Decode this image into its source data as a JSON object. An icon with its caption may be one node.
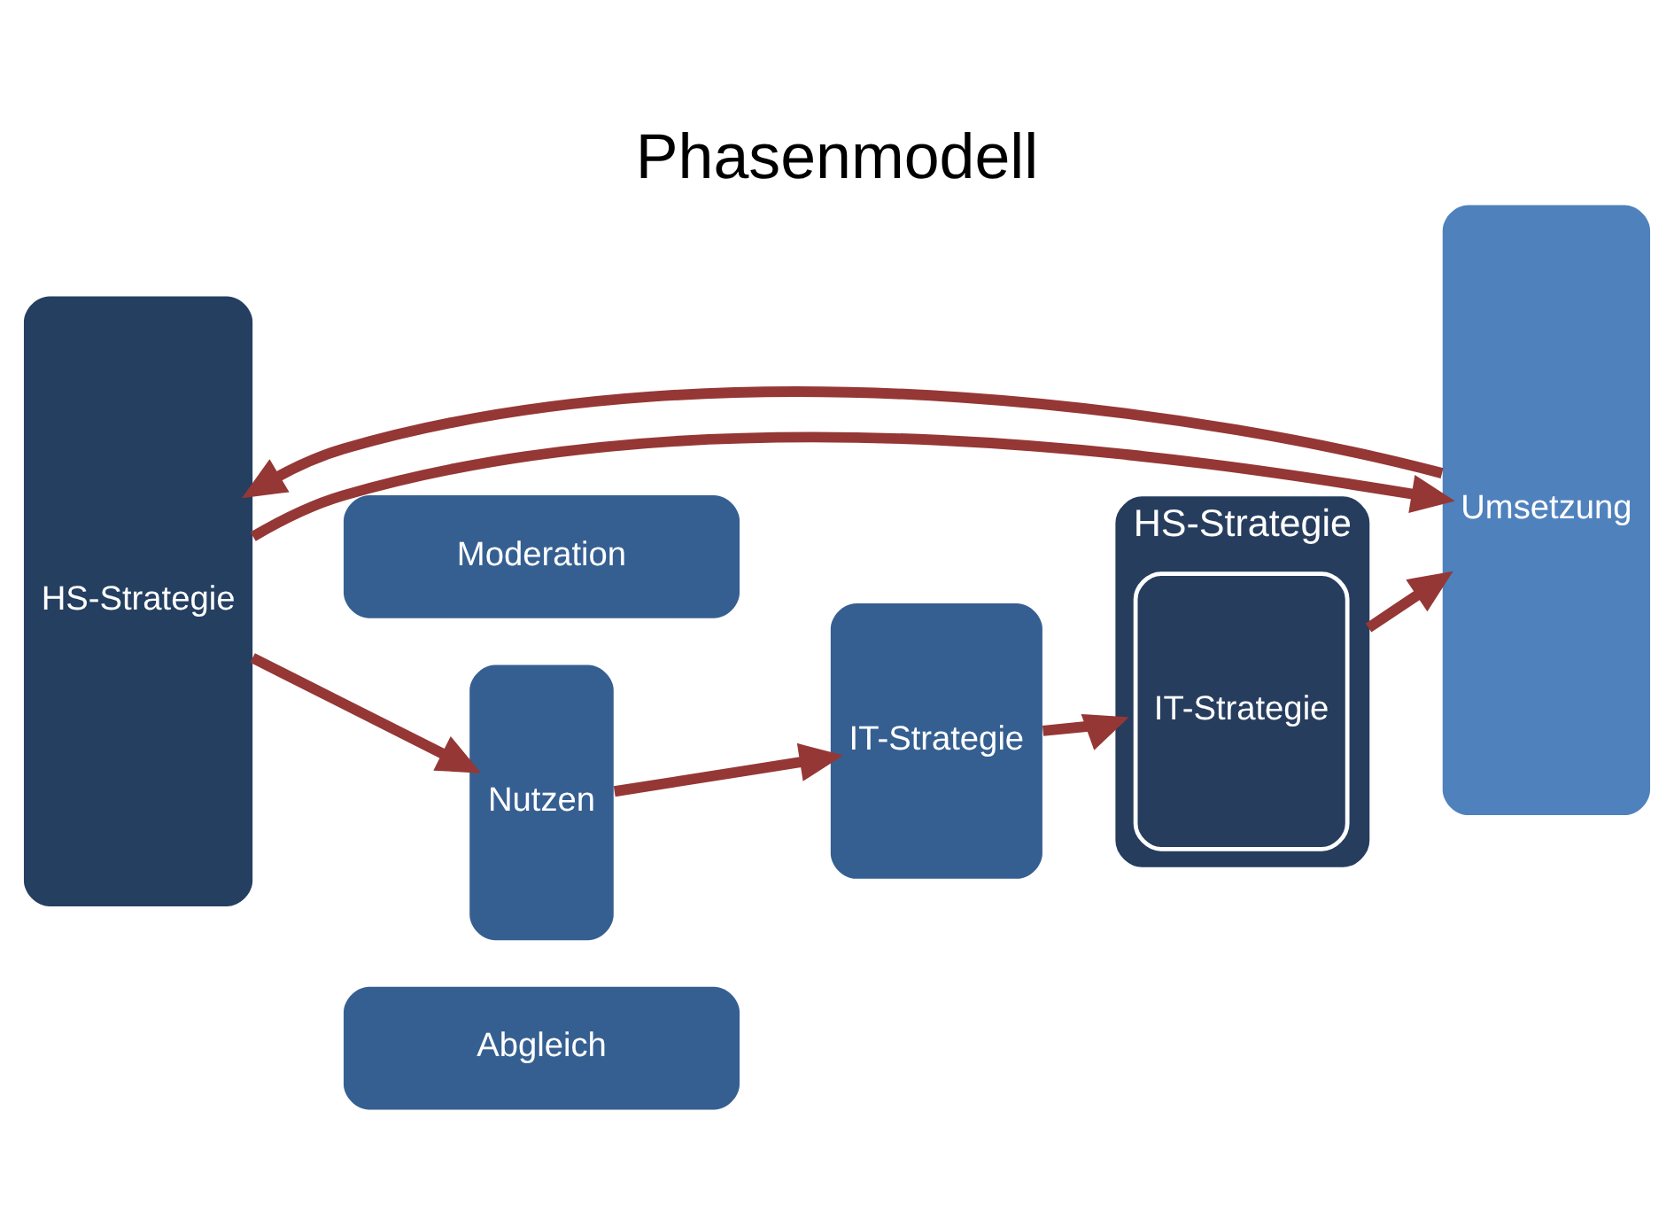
{
  "diagram": {
    "title": "Phasenmodell",
    "nodes": [
      {
        "text": [
          "HS-Strategie"
        ]
      },
      {
        "text": [
          "Moderation"
        ]
      },
      {
        "text": [
          "Nutzen"
        ]
      },
      {
        "text": [
          "IT-Strategie"
        ]
      },
      {
        "text": [
          "Abgleich"
        ]
      },
      {
        "text": [
          "HS-Strategie"
        ]
      },
      {
        "text": [
          "IT-Strategie"
        ],
        "in": 5
      },
      {
        "text": [
          "Umsetzung"
        ]
      }
    ],
    "edges": [
      {
        "from": 0,
        "to": 2,
        "arrow": "to"
      },
      {
        "from": 2,
        "to": 3,
        "arrow": "to"
      },
      {
        "from": 3,
        "to": 5,
        "arrow": "to"
      },
      {
        "from": 5,
        "to": 7,
        "arrow": "to"
      },
      {
        "from": 0,
        "to": 7,
        "arrow": "to"
      },
      {
        "from": 7,
        "to": 0,
        "arrow": "to"
      }
    ]
  }
}
